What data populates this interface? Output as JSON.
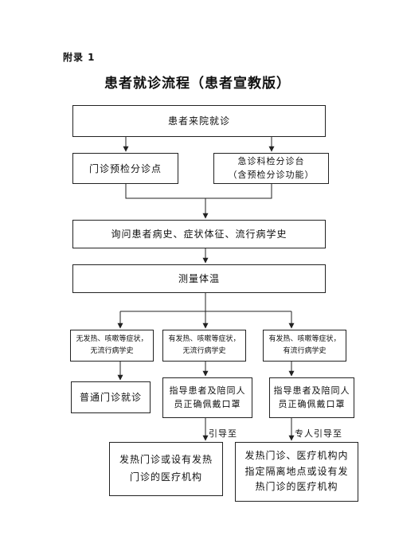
{
  "header": {
    "appendix": "附录 1",
    "title": "患者就诊流程（患者宣教版）"
  },
  "nodes": {
    "arrival": [
      "患者来院就诊"
    ],
    "outpatient_triage": [
      "门诊预检分诊点"
    ],
    "emergency_triage": [
      "急诊科检分诊台",
      "（含预检分诊功能）"
    ],
    "inquiry": [
      "询问患者病史、症状体征、流行病学史"
    ],
    "temperature": [
      "测量体温"
    ],
    "case_none": [
      "无发热、咳嗽等症状，",
      "无流行病学史"
    ],
    "case_symptom_only": [
      "有发热、咳嗽等症状，",
      "无流行病学史"
    ],
    "case_symptom_epi": [
      "有发热、咳嗽等症状，",
      "有流行病学史"
    ],
    "general_clinic": [
      "普通门诊就诊"
    ],
    "guide_mask_1": [
      "指导患者及陪同人",
      "员正确佩戴口罩"
    ],
    "guide_mask_2": [
      "指导患者及陪同人",
      "员正确佩戴口罩"
    ],
    "fever_clinic": [
      "发热门诊或设有发热",
      "门诊的医疗机构"
    ],
    "isolation_site": [
      "发热门诊、医疗机构内",
      "指定隔离地点或设有发",
      "热门诊的医疗机构"
    ]
  },
  "edge_labels": {
    "guide_to": "引导至",
    "escort_to": "专人引导至"
  }
}
